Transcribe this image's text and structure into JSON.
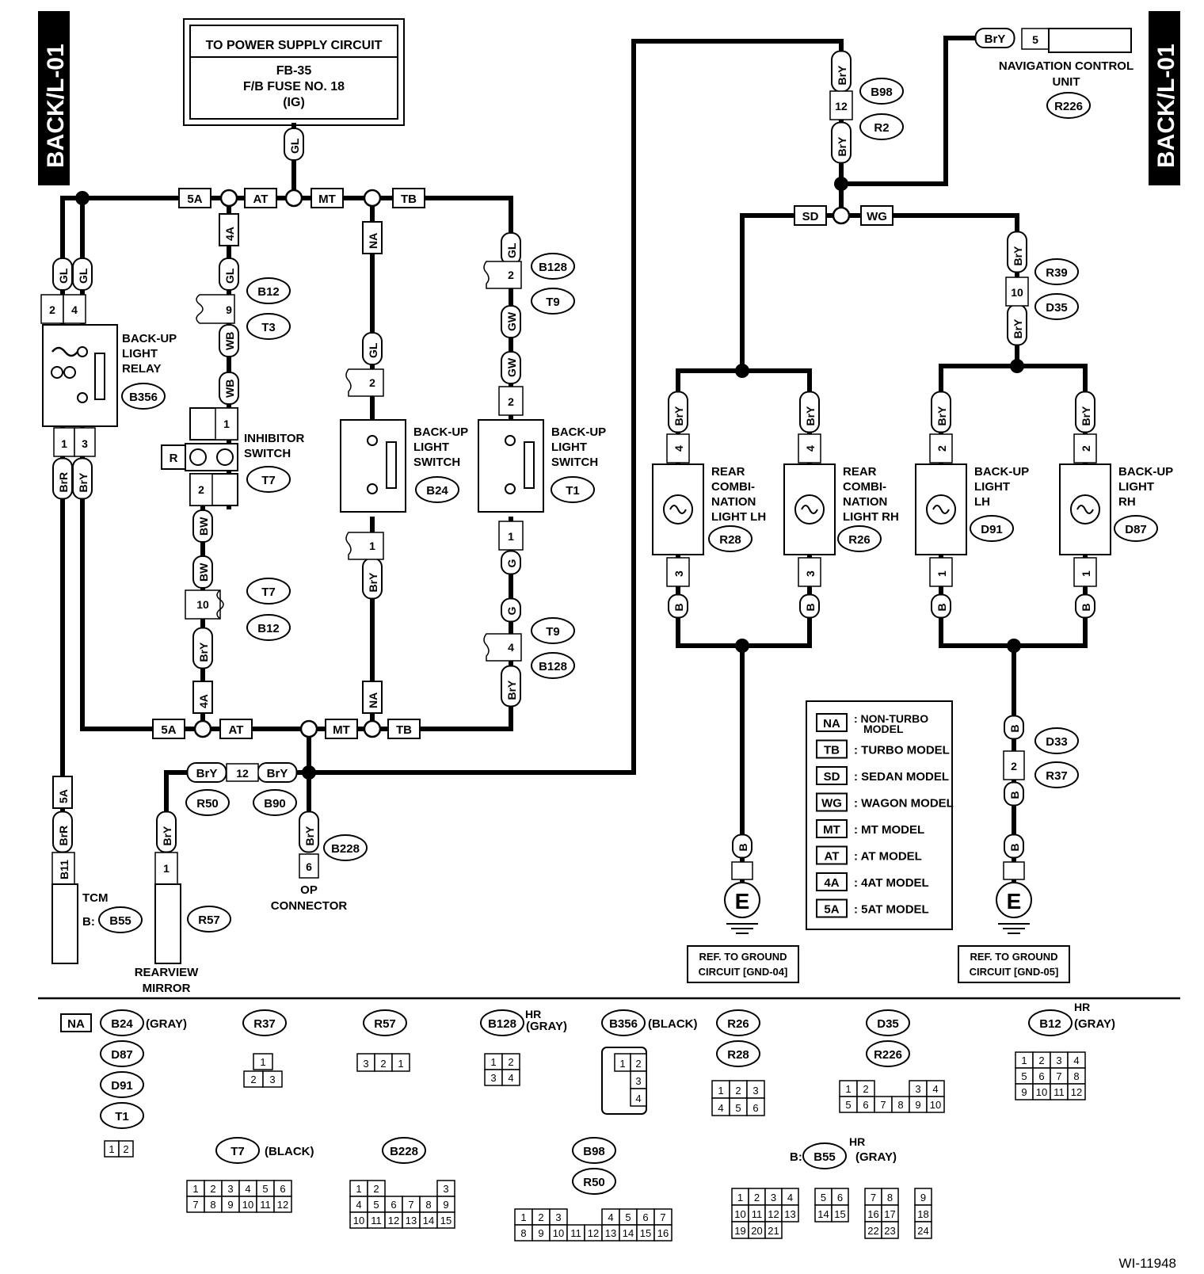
{
  "side_tab": "BACK/L-01",
  "figure_id": "WI-11948",
  "power": {
    "title": "TO POWER SUPPLY CIRCUIT",
    "line1": "FB-35",
    "line2": "F/B FUSE NO. 18",
    "line3": "(IG)"
  },
  "labels": {
    "backup_relay": [
      "BACK-UP",
      "LIGHT",
      "RELAY"
    ],
    "inhibitor": [
      "INHIBITOR",
      "SWITCH"
    ],
    "backup_switch": [
      "BACK-UP",
      "LIGHT",
      "SWITCH"
    ],
    "nav": [
      "NAVIGATION CONTROL",
      "UNIT"
    ],
    "rear_lh": [
      "REAR",
      "COMBI-",
      "NATION",
      "LIGHT LH"
    ],
    "rear_rh": [
      "REAR",
      "COMBI-",
      "NATION",
      "LIGHT  RH"
    ],
    "bl_lh": [
      "BACK-UP",
      "LIGHT",
      "LH"
    ],
    "bl_rh": [
      "BACK-UP",
      "LIGHT",
      "RH"
    ],
    "tcm": "TCM",
    "tcm_prefix": "B:",
    "mirror": [
      "REARVIEW",
      "MIRROR"
    ],
    "op": [
      "OP",
      "CONNECTOR"
    ],
    "gnd04": [
      "REF. TO GROUND",
      "CIRCUIT [GND-04]"
    ],
    "gnd05": [
      "REF. TO GROUND",
      "CIRCUIT [GND-05]"
    ],
    "ground_symbol": "E"
  },
  "wire_colors": {
    "GL": "GL",
    "WB": "WB",
    "BW": "BW",
    "BrY": "BrY",
    "BrR": "BrR",
    "GW": "GW",
    "G": "G",
    "B": "B",
    "R": "R"
  },
  "connectors": [
    "B356",
    "B12",
    "T3",
    "T7",
    "B24",
    "T1",
    "B128",
    "T9",
    "B55",
    "R57",
    "R50",
    "B90",
    "B228",
    "B98",
    "R2",
    "R226",
    "R39",
    "D35",
    "R28",
    "R26",
    "D91",
    "D87",
    "D33",
    "R37"
  ],
  "legend": [
    {
      "code": "NA",
      "text": ": NON-TURBO MODEL"
    },
    {
      "code": "TB",
      "text": ": TURBO MODEL"
    },
    {
      "code": "SD",
      "text": ": SEDAN MODEL"
    },
    {
      "code": "WG",
      "text": ": WAGON MODEL"
    },
    {
      "code": "MT",
      "text": ": MT MODEL"
    },
    {
      "code": "AT",
      "text": ": AT MODEL"
    },
    {
      "code": "4A",
      "text": ": 4AT MODEL"
    },
    {
      "code": "5A",
      "text": ": 5AT MODEL"
    }
  ],
  "connector_views": {
    "na_group": {
      "tag": "NA",
      "ids": [
        "B24",
        "D87",
        "D91",
        "T1"
      ],
      "note": "(GRAY)"
    },
    "R37": "R37",
    "R57": "R57",
    "B128": {
      "id": "B128",
      "note": "(GRAY)",
      "hr": "HR"
    },
    "B356": {
      "id": "B356",
      "note": "(BLACK)"
    },
    "R26_R28": [
      "R26",
      "R28"
    ],
    "D35_R226": [
      "D35",
      "R226"
    ],
    "B12": {
      "id": "B12",
      "note": "(GRAY)",
      "hr": "HR"
    },
    "T7": {
      "id": "T7",
      "note": "(BLACK)"
    },
    "B228": "B228",
    "B98_R50": [
      "B98",
      "R50"
    ],
    "B55": {
      "id": "B55",
      "note": "(GRAY)",
      "hr": "HR",
      "prefix": "B:"
    }
  }
}
